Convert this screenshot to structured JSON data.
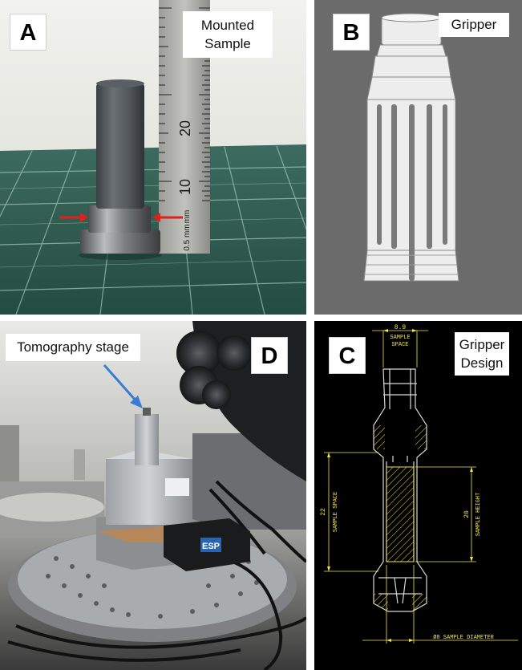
{
  "panels": {
    "a": {
      "letter": "A",
      "caption": "Mounted\nSample",
      "ruler_numbers": [
        "20",
        "10"
      ],
      "ruler_units": [
        "mm",
        "0.5 mm"
      ]
    },
    "b": {
      "letter": "B",
      "caption": "Gripper"
    },
    "d": {
      "letter": "D",
      "caption": "Tomography stage",
      "device_label": "ESP"
    },
    "c": {
      "letter": "C",
      "caption": "Gripper\nDesign",
      "drawing": {
        "top_dim": "8.9",
        "top_label_1": "SAMPLE",
        "top_label_2": "SPACE",
        "left_dim": "22",
        "left_label": "SAMPLE SPACE",
        "right_dim": "20",
        "right_label": "SAMPLE HEIGHT",
        "bottom_label": "Ø8 SAMPLE DIAMETER"
      }
    }
  },
  "colors": {
    "cad_line": "#f5e642",
    "cad_background": "#000000",
    "render_background": "#6b6b6b",
    "arrow_red": "#e0201a",
    "arrow_blue": "#3a7bd5"
  }
}
